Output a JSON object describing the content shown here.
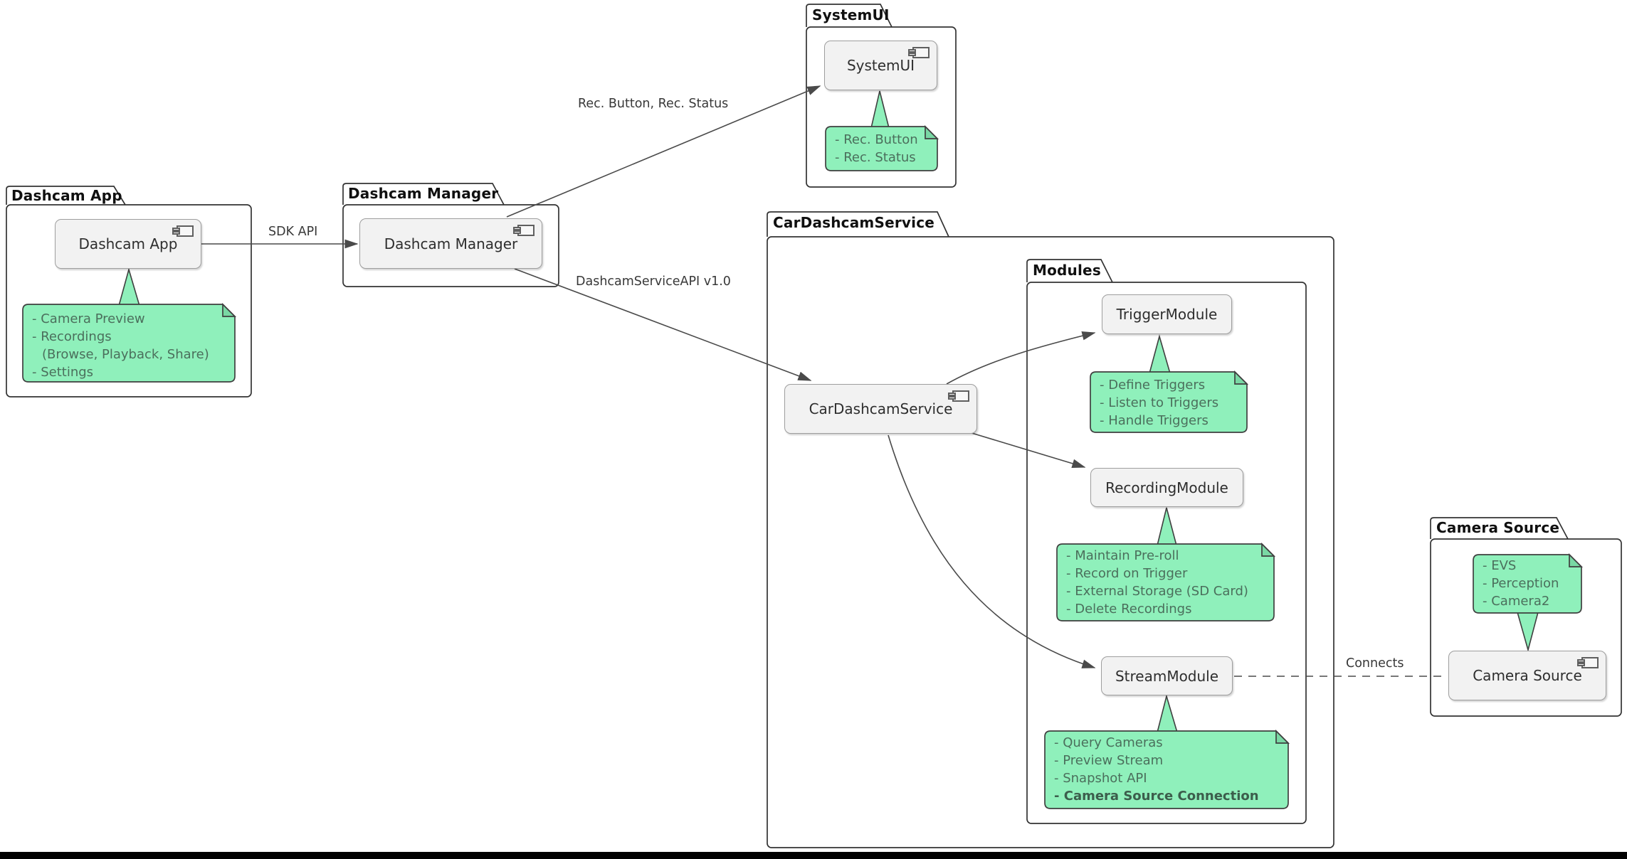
{
  "packages": {
    "dashcam_app": {
      "title": "Dashcam App"
    },
    "dashcam_manager": {
      "title": "Dashcam Manager"
    },
    "systemui": {
      "title": "SystemUI"
    },
    "car_dashcam_service": {
      "title": "CarDashcamService"
    },
    "modules": {
      "title": "Modules"
    },
    "camera_source": {
      "title": "Camera Source"
    }
  },
  "components": {
    "dashcam_app": {
      "label": "Dashcam App"
    },
    "dashcam_manager": {
      "label": "Dashcam Manager"
    },
    "systemui": {
      "label": "SystemUI"
    },
    "car_dashcam_service": {
      "label": "CarDashcamService"
    },
    "trigger_module": {
      "label": "TriggerModule"
    },
    "recording_module": {
      "label": "RecordingModule"
    },
    "stream_module": {
      "label": "StreamModule"
    },
    "camera_source": {
      "label": "Camera Source"
    }
  },
  "notes": {
    "dashcam_app": {
      "lines": [
        "- Camera Preview",
        "- Recordings",
        "(Browse, Playback, Share)",
        "- Settings"
      ]
    },
    "systemui": {
      "lines": [
        "- Rec. Button",
        "- Rec. Status"
      ]
    },
    "trigger_module": {
      "lines": [
        "- Define Triggers",
        "- Listen to Triggers",
        "- Handle Triggers"
      ]
    },
    "recording_module": {
      "lines": [
        "- Maintain Pre-roll",
        "- Record on Trigger",
        "- External Storage (SD Card)",
        "- Delete Recordings"
      ]
    },
    "stream_module": {
      "lines": [
        "- Query Cameras",
        "- Preview Stream",
        "- Snapshot API",
        "- Camera Source Connection"
      ]
    },
    "camera_source": {
      "lines": [
        "- EVS",
        "- Perception",
        "- Camera2"
      ]
    }
  },
  "edges": {
    "sdk_api": {
      "label": "SDK API"
    },
    "rec_button_status": {
      "label": "Rec. Button, Rec. Status"
    },
    "dashcam_service_api": {
      "label": "DashcamServiceAPI v1.0"
    },
    "connects": {
      "label": "Connects"
    }
  },
  "icons": {
    "component_icon": "uml-component-icon",
    "note_fold_icon": "note-folded-corner-icon"
  },
  "colors": {
    "note_fill": "#8FF0BB",
    "note_border": "#3F3F3F",
    "note_text": "#4B6F5C",
    "component_fill": "#F2F2F2",
    "component_border": "#9E9E9E",
    "package_border": "#333333",
    "edge": "#4A4A4A",
    "bottom_bar": "#000000"
  }
}
